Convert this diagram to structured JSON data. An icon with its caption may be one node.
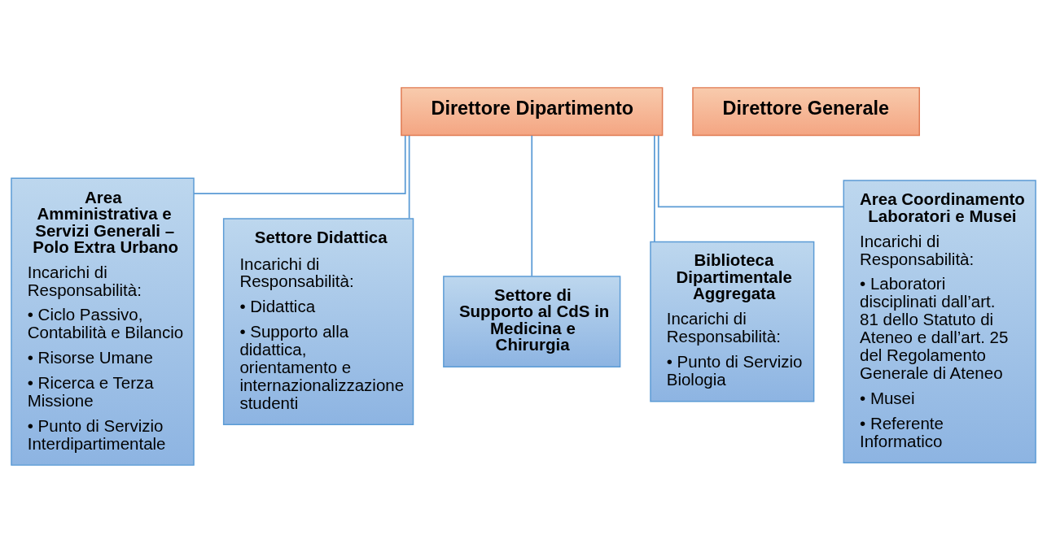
{
  "diagram": {
    "nodes": [
      {
        "text": [
          "Direttore Dipartimento"
        ]
      },
      {
        "text": [
          "Direttore Generale"
        ]
      },
      {
        "text": [
          "Area Amministrativa e Servizi Generali – Polo Extra Urbano",
          "Incarichi di Responsabilità:",
          "• Ciclo Passivo, Contabilità e Bilancio",
          "• Risorse Umane",
          "• Ricerca e Terza Missione",
          "• Punto di Servizio Interdipartimentale"
        ]
      },
      {
        "text": [
          "Settore Didattica",
          "Incarichi di Responsabilità:",
          "• Didattica",
          "• Supporto alla didattica, orientamento e internazionalizzazione studenti"
        ]
      },
      {
        "text": [
          "Settore di Supporto al CdS in Medicina e Chirurgia"
        ]
      },
      {
        "text": [
          "Biblioteca Dipartimentale Aggregata",
          "Incarichi di Responsabilità:",
          "• Punto di Servizio Biologia"
        ]
      },
      {
        "text": [
          "Area Coordinamento Laboratori e Musei",
          "Incarichi di Responsabilità:",
          "• Laboratori disciplinati dall’art. 81 dello Statuto di Ateneo e dall’art. 25 del Regolamento Generale di Ateneo",
          "• Musei",
          "• Referente Informatico"
        ]
      }
    ],
    "edges": [
      {
        "from": 0,
        "to": 2,
        "arrow": "none"
      },
      {
        "from": 0,
        "to": 3,
        "arrow": "none"
      },
      {
        "from": 0,
        "to": 4,
        "arrow": "none"
      },
      {
        "from": 0,
        "to": 5,
        "arrow": "none"
      },
      {
        "from": 0,
        "to": 6,
        "arrow": "none"
      }
    ]
  }
}
